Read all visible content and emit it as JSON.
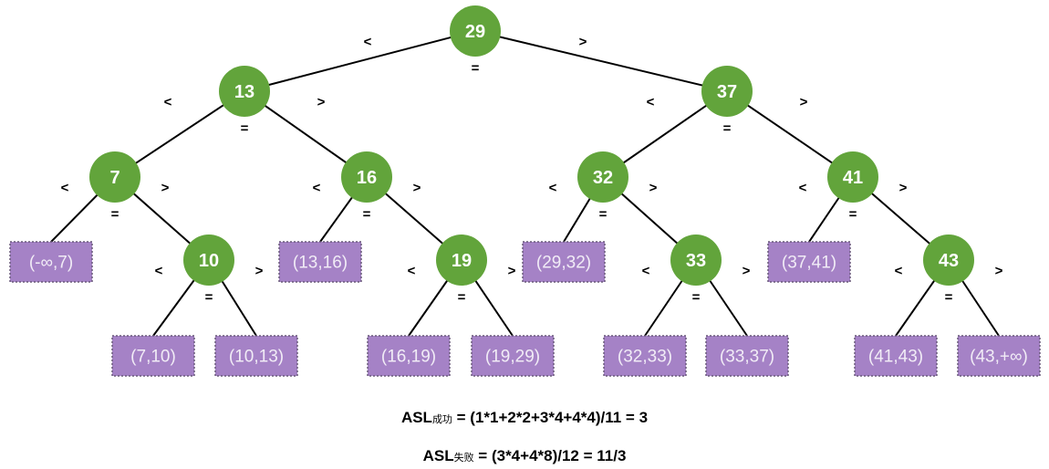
{
  "nodes": [
    {
      "id": "n29",
      "label": "29"
    },
    {
      "id": "n13",
      "label": "13"
    },
    {
      "id": "n37",
      "label": "37"
    },
    {
      "id": "n7",
      "label": "7"
    },
    {
      "id": "n16",
      "label": "16"
    },
    {
      "id": "n32",
      "label": "32"
    },
    {
      "id": "n41",
      "label": "41"
    },
    {
      "id": "n10",
      "label": "10"
    },
    {
      "id": "n19",
      "label": "19"
    },
    {
      "id": "n33",
      "label": "33"
    },
    {
      "id": "n43",
      "label": "43"
    }
  ],
  "leaves": [
    {
      "id": "l1",
      "label": "(-∞,7)"
    },
    {
      "id": "l2",
      "label": "(7,10)"
    },
    {
      "id": "l3",
      "label": "(10,13)"
    },
    {
      "id": "l4",
      "label": "(13,16)"
    },
    {
      "id": "l5",
      "label": "(16,19)"
    },
    {
      "id": "l6",
      "label": "(19,29)"
    },
    {
      "id": "l7",
      "label": "(29,32)"
    },
    {
      "id": "l8",
      "label": "(32,33)"
    },
    {
      "id": "l9",
      "label": "(33,37)"
    },
    {
      "id": "l10",
      "label": "(37,41)"
    },
    {
      "id": "l11",
      "label": "(41,43)"
    },
    {
      "id": "l12",
      "label": "(43,+∞)"
    }
  ],
  "edges": [
    {
      "from": "n29",
      "to": "n13"
    },
    {
      "from": "n29",
      "to": "n37"
    },
    {
      "from": "n13",
      "to": "n7"
    },
    {
      "from": "n13",
      "to": "n16"
    },
    {
      "from": "n37",
      "to": "n32"
    },
    {
      "from": "n37",
      "to": "n41"
    },
    {
      "from": "n7",
      "to": "l1"
    },
    {
      "from": "n7",
      "to": "n10"
    },
    {
      "from": "n10",
      "to": "l2"
    },
    {
      "from": "n10",
      "to": "l3"
    },
    {
      "from": "n16",
      "to": "l4"
    },
    {
      "from": "n16",
      "to": "n19"
    },
    {
      "from": "n19",
      "to": "l5"
    },
    {
      "from": "n19",
      "to": "l6"
    },
    {
      "from": "n32",
      "to": "l7"
    },
    {
      "from": "n32",
      "to": "n33"
    },
    {
      "from": "n33",
      "to": "l8"
    },
    {
      "from": "n33",
      "to": "l9"
    },
    {
      "from": "n41",
      "to": "l10"
    },
    {
      "from": "n41",
      "to": "n43"
    },
    {
      "from": "n43",
      "to": "l11"
    },
    {
      "from": "n43",
      "to": "l12"
    }
  ],
  "symbols": {
    "less": "<",
    "greater": ">",
    "equal": "="
  },
  "formulas": {
    "success": {
      "prefix": "ASL",
      "sub": "成功",
      "expr": " = (1*1+2*2+3*4+4*4)/11 = 3"
    },
    "fail": {
      "prefix": "ASL",
      "sub": "失败",
      "expr": " = (3*4+4*8)/12 = 11/3"
    }
  },
  "colors": {
    "node": "#62a43b",
    "leaf": "#a582c6",
    "leaf_text": "#f1ecf6"
  }
}
